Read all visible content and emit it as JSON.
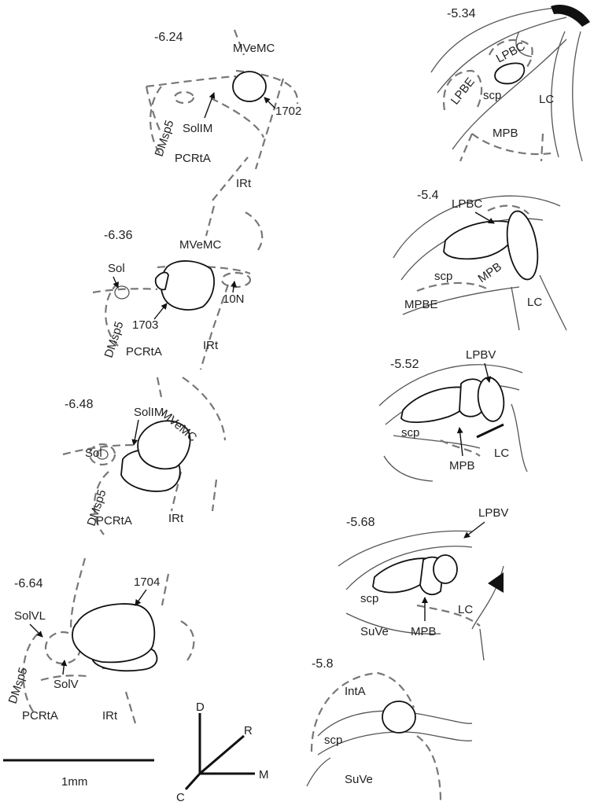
{
  "left_panels": [
    {
      "level": "-6.24",
      "labels": [
        "MVeMC",
        "SolIM",
        "DMsp5",
        "PCRtA",
        "IRt"
      ],
      "case": "1702"
    },
    {
      "level": "-6.36",
      "labels": [
        "MVeMC",
        "Sol",
        "10N",
        "DMsp5",
        "PCRtA",
        "IRt"
      ],
      "case": "1703"
    },
    {
      "level": "-6.48",
      "labels": [
        "SolIM",
        "MVeMC",
        "Sol",
        "DMsp5",
        "PCRtA",
        "IRt"
      ]
    },
    {
      "level": "-6.64",
      "labels": [
        "SolVL",
        "DMsp5",
        "SolV",
        "PCRtA",
        "IRt"
      ],
      "case": "1704"
    }
  ],
  "right_panels": [
    {
      "level": "-5.34",
      "labels": [
        "LPBC",
        "LPBE",
        "scp",
        "LC",
        "MPB"
      ]
    },
    {
      "level": "-5.4",
      "labels": [
        "LPBC",
        "scp",
        "MPB",
        "MPBE",
        "LC"
      ]
    },
    {
      "level": "-5.52",
      "labels": [
        "LPBV",
        "scp",
        "MPB",
        "LC"
      ]
    },
    {
      "level": "-5.68",
      "labels": [
        "LPBV",
        "scp",
        "LC",
        "SuVe",
        "MPB"
      ]
    },
    {
      "level": "-5.8",
      "labels": [
        "IntA",
        "scp",
        "SuVe"
      ]
    }
  ],
  "scale_bar": {
    "label": "1mm"
  },
  "orientation": {
    "dorsal": "D",
    "rostral": "R",
    "medial": "M",
    "caudal": "C"
  }
}
